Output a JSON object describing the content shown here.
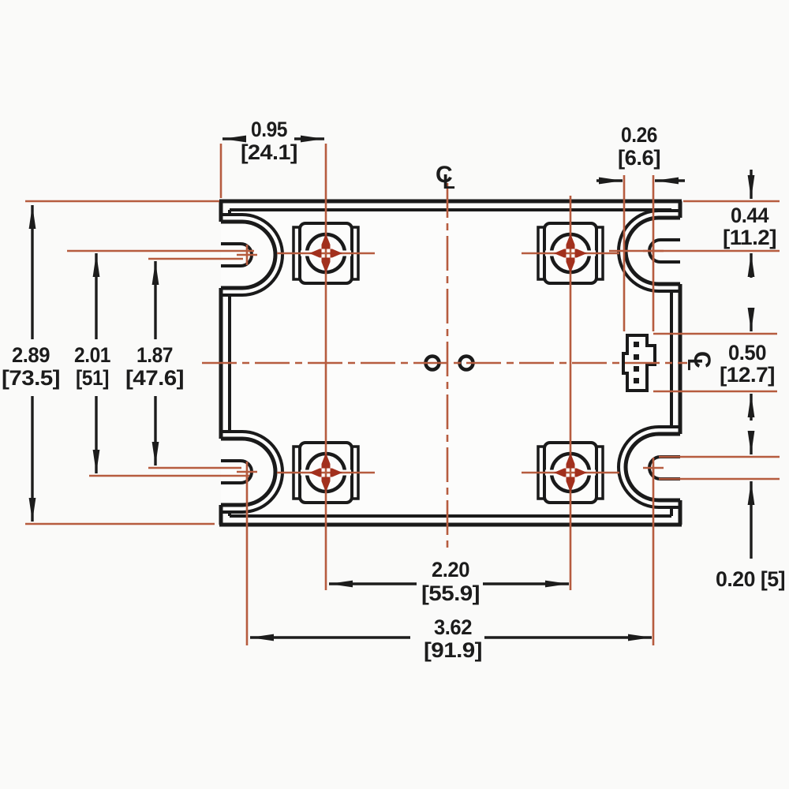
{
  "drawing": {
    "type": "mechanical-dimension-drawing-top-view",
    "units": "in [mm]",
    "colors": {
      "outline": "#1a1a1a",
      "centerline": "#b65c3f",
      "screw_cross": "#a2301d",
      "background": "#fafaf9"
    },
    "centerline_symbol": {
      "c": "C",
      "l": "L"
    },
    "dims": {
      "edge_to_screw_col": {
        "in": "0.95",
        "mm": "[24.1]"
      },
      "slot_offset": {
        "in": "0.26",
        "mm": "[6.6]"
      },
      "top_to_slot": {
        "in": "0.44",
        "mm": "[11.2]"
      },
      "overall_height": {
        "in": "2.89",
        "mm": "[73.5]"
      },
      "slot_span_outer": {
        "in": "2.01",
        "mm": "[51]"
      },
      "slot_span_inner": {
        "in": "1.87",
        "mm": "[47.6]"
      },
      "connector_height": {
        "in": "0.50",
        "mm": "[12.7]"
      },
      "screw_col_span": {
        "in": "2.20",
        "mm": "[55.9]"
      },
      "slot_col_span": {
        "in": "3.62",
        "mm": "[91.9]"
      },
      "slot_width": {
        "label": "0.20 [5]"
      }
    }
  }
}
